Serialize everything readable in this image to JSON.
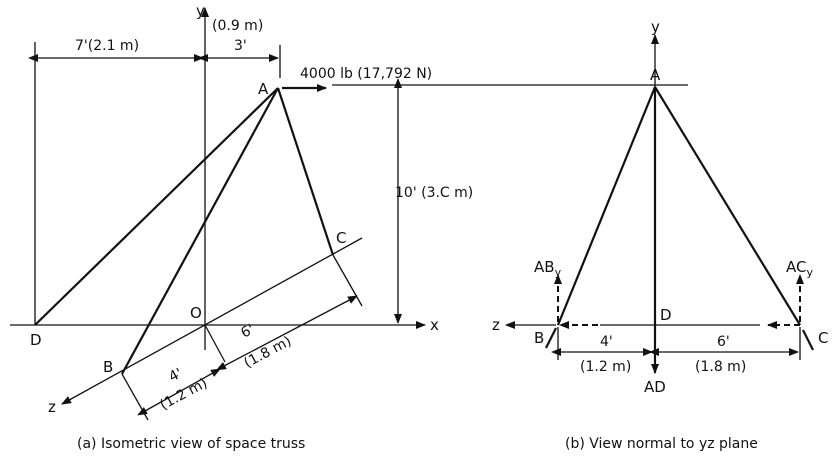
{
  "view_a": {
    "caption": "(a) Isometric view of space truss",
    "axis_x": "x",
    "axis_y": "y",
    "axis_z": "z",
    "dim_top_left": "7'(2.1 m)",
    "dim_top_right": "3'",
    "dim_y_offset": "(0.9 m)",
    "force": "4000 lb (17,792 N)",
    "dim_height": "10' (3.C m)",
    "dim_4": "4'",
    "dim_4_m": "(1.2 m)",
    "dim_6": "6'",
    "dim_6_m": "(1.8 m)",
    "point_A": "A",
    "point_B": "B",
    "point_C": "C",
    "point_D": "D",
    "point_O": "O"
  },
  "view_b": {
    "caption": "(b) View normal to yz plane",
    "axis_y": "y",
    "axis_z": "z",
    "point_A": "A",
    "point_B": "B",
    "point_C": "C",
    "point_D": "D",
    "force_ABy": "AB",
    "force_ABy_sub": "y",
    "force_ACy": "AC",
    "force_ACy_sub": "y",
    "force_AD": "AD",
    "dim_4": "4'",
    "dim_4_m": "(1.2 m)",
    "dim_6": "6'",
    "dim_6_m": "(1.8 m)"
  }
}
